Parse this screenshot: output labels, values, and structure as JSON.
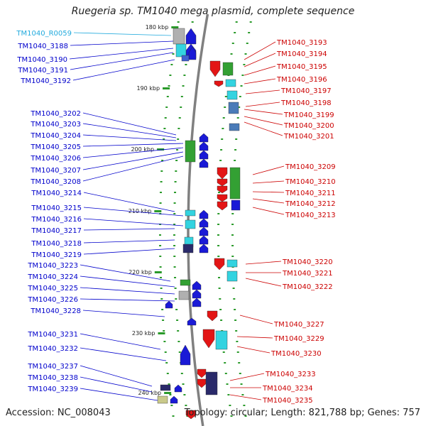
{
  "title": "Ruegeria sp. TM1040 mega plasmid, complete sequence",
  "footer": {
    "accession": "Accession: NC_008043",
    "summary": "Topology: circular; Length: 821,788 bp; Genes: 757"
  },
  "colors": {
    "left_labels": "#0000cc",
    "right_labels": "#cc0000",
    "rna_label": "#22aadd",
    "plus_strand": "#1a1ad6",
    "minus_strand": "#e31515",
    "ticks": "#2a9a2a",
    "backbone": "#808080"
  },
  "ruler": [
    {
      "label": "180 kbp"
    },
    {
      "label": "190 kbp"
    },
    {
      "label": "200 kbp"
    },
    {
      "label": "210 kbp"
    },
    {
      "label": "220 kbp"
    },
    {
      "label": "230 kbp"
    },
    {
      "label": "240 kbp"
    }
  ],
  "left_labels": [
    {
      "text": "TM1040_R0059",
      "kind": "rna"
    },
    {
      "text": "TM1040_3188"
    },
    {
      "text": "TM1040_3190"
    },
    {
      "text": "TM1040_3191"
    },
    {
      "text": "TM1040_3192"
    },
    {
      "text": "TM1040_3202"
    },
    {
      "text": "TM1040_3203"
    },
    {
      "text": "TM1040_3204"
    },
    {
      "text": "TM1040_3205"
    },
    {
      "text": "TM1040_3206"
    },
    {
      "text": "TM1040_3207"
    },
    {
      "text": "TM1040_3208"
    },
    {
      "text": "TM1040_3214"
    },
    {
      "text": "TM1040_3215"
    },
    {
      "text": "TM1040_3216"
    },
    {
      "text": "TM1040_3217"
    },
    {
      "text": "TM1040_3218"
    },
    {
      "text": "TM1040_3219"
    },
    {
      "text": "TM1040_3223"
    },
    {
      "text": "TM1040_3224"
    },
    {
      "text": "TM1040_3225"
    },
    {
      "text": "TM1040_3226"
    },
    {
      "text": "TM1040_3228"
    },
    {
      "text": "TM1040_3231"
    },
    {
      "text": "TM1040_3232"
    },
    {
      "text": "TM1040_3237"
    },
    {
      "text": "TM1040_3238"
    },
    {
      "text": "TM1040_3239"
    }
  ],
  "right_labels": [
    {
      "text": "TM1040_3193"
    },
    {
      "text": "TM1040_3194"
    },
    {
      "text": "TM1040_3195"
    },
    {
      "text": "TM1040_3196"
    },
    {
      "text": "TM1040_3197"
    },
    {
      "text": "TM1040_3198"
    },
    {
      "text": "TM1040_3199"
    },
    {
      "text": "TM1040_3200"
    },
    {
      "text": "TM1040_3201"
    },
    {
      "text": "TM1040_3209"
    },
    {
      "text": "TM1040_3210"
    },
    {
      "text": "TM1040_3211"
    },
    {
      "text": "TM1040_3212"
    },
    {
      "text": "TM1040_3213"
    },
    {
      "text": "TM1040_3220"
    },
    {
      "text": "TM1040_3221"
    },
    {
      "text": "TM1040_3222"
    },
    {
      "text": "TM1040_3227"
    },
    {
      "text": "TM1040_3229"
    },
    {
      "text": "TM1040_3230"
    },
    {
      "text": "TM1040_3233"
    },
    {
      "text": "TM1040_3234"
    },
    {
      "text": "TM1040_3235"
    }
  ]
}
